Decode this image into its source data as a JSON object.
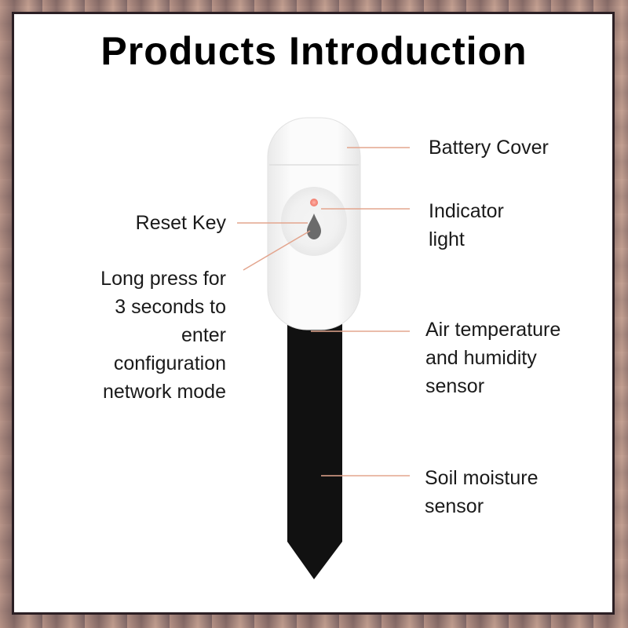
{
  "title": "Products Introduction",
  "colors": {
    "leader_line": "#e3a58e",
    "device_body": "#f7f7f7",
    "probe": "#111111",
    "indicator": "#f0796a"
  },
  "labels": {
    "battery_cover": "Battery Cover",
    "indicator_light": [
      "Indicator",
      "light"
    ],
    "reset_key": "Reset Key",
    "long_press": [
      "Long press for",
      "3 seconds to",
      "enter",
      "configuration",
      "network mode"
    ],
    "air_sensor": [
      "Air temperature",
      "and humidity",
      "sensor"
    ],
    "soil_sensor": [
      "Soil moisture",
      "sensor"
    ]
  }
}
